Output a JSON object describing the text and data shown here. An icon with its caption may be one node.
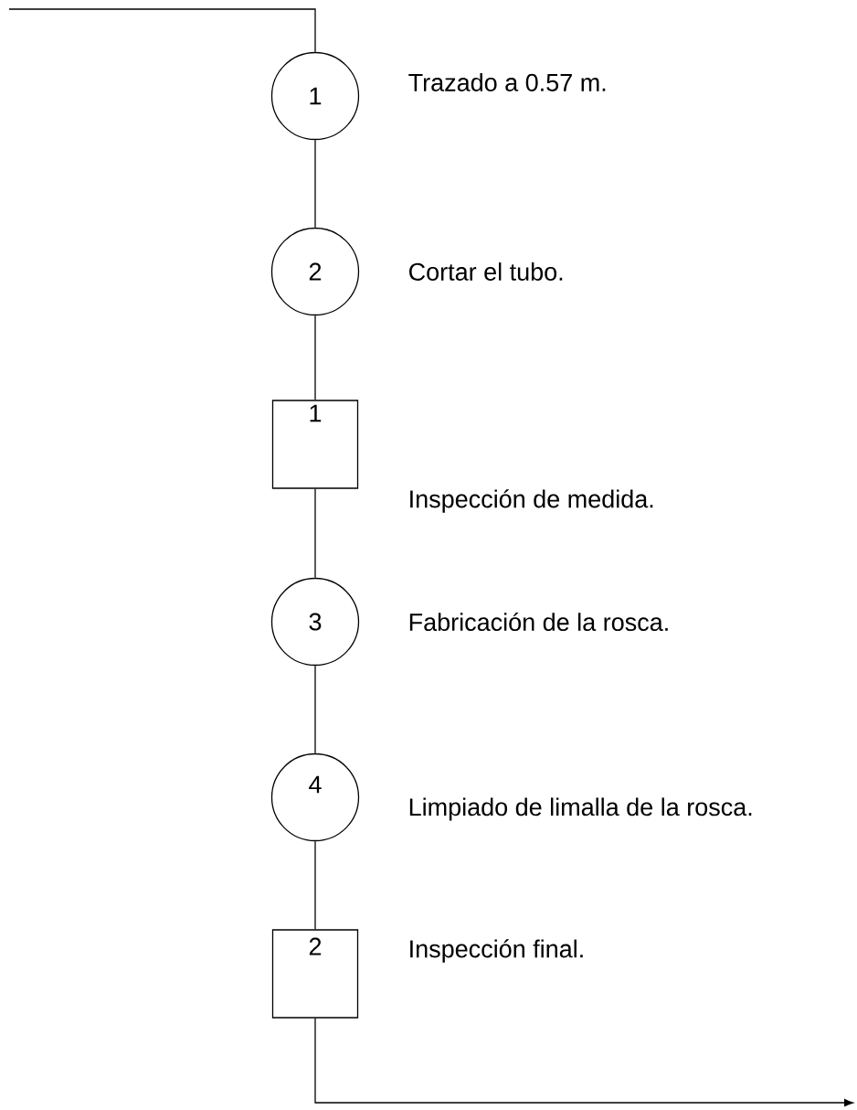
{
  "diagram": {
    "nodes": [
      {
        "text": [
          "1"
        ],
        "beside": [
          "Trazado a 0.57 m."
        ]
      },
      {
        "text": [
          "2"
        ],
        "beside": [
          "Cortar el tubo."
        ]
      },
      {
        "text": [
          "1"
        ],
        "beside": [
          "Inspección de medida."
        ]
      },
      {
        "text": [
          "3"
        ],
        "beside": [
          "Fabricación de la rosca."
        ]
      },
      {
        "text": [
          "4"
        ],
        "beside": [
          "Limpiado de limalla de la rosca."
        ]
      },
      {
        "text": [
          "2"
        ],
        "beside": [
          "Inspección final."
        ]
      }
    ],
    "edges": [
      {
        "from": null,
        "to": 0,
        "arrow": "none"
      },
      {
        "from": 0,
        "to": 1,
        "arrow": "none"
      },
      {
        "from": 1,
        "to": 2,
        "arrow": "none"
      },
      {
        "from": 2,
        "to": 3,
        "arrow": "none"
      },
      {
        "from": 3,
        "to": 4,
        "arrow": "none"
      },
      {
        "from": 4,
        "to": 5,
        "arrow": "none"
      },
      {
        "from": 5,
        "to": null,
        "arrow": "to"
      }
    ]
  }
}
